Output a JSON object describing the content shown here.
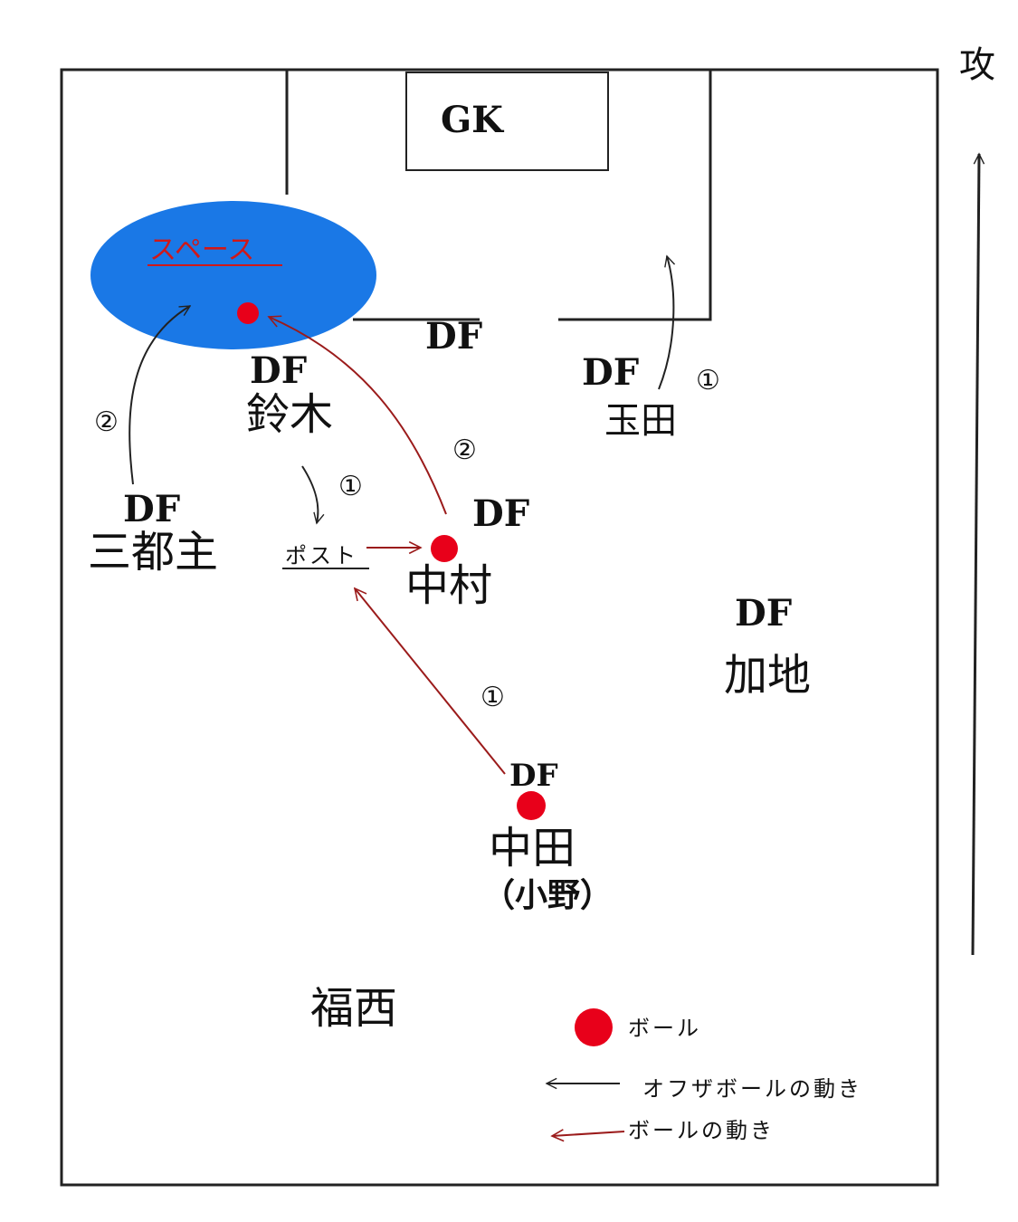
{
  "attack_label": "攻",
  "gk_label": "GK",
  "space_label": "スペース",
  "post_label": "ポスト",
  "players": {
    "suzuki": {
      "role": "DF",
      "name": "鈴木"
    },
    "center_df": {
      "role": "DF"
    },
    "tamada": {
      "role": "DF",
      "name": "玉田"
    },
    "misutsu": {
      "role": "DF",
      "name": "三都主"
    },
    "nakamura": {
      "role": "DF",
      "name": "中村"
    },
    "kaji": {
      "role": "DF",
      "name": "加地"
    },
    "nakata": {
      "role": "DF",
      "name": "中田",
      "sub": "（小野）"
    },
    "fukunishi": {
      "name": "福西"
    }
  },
  "step_markers": {
    "tamada": "①",
    "misutsu": "②",
    "nakamura": "②",
    "post": "①",
    "nakata": "①"
  },
  "legend": {
    "ball": "ボール",
    "off_ball_movement": "オフザボールの動き",
    "ball_movement": "ボールの動き"
  },
  "colors": {
    "ball": "#e8001a",
    "ball_arrow": "#9b1b1b",
    "space": "#1a78e6",
    "space_text": "#d01818",
    "line": "#222222"
  }
}
